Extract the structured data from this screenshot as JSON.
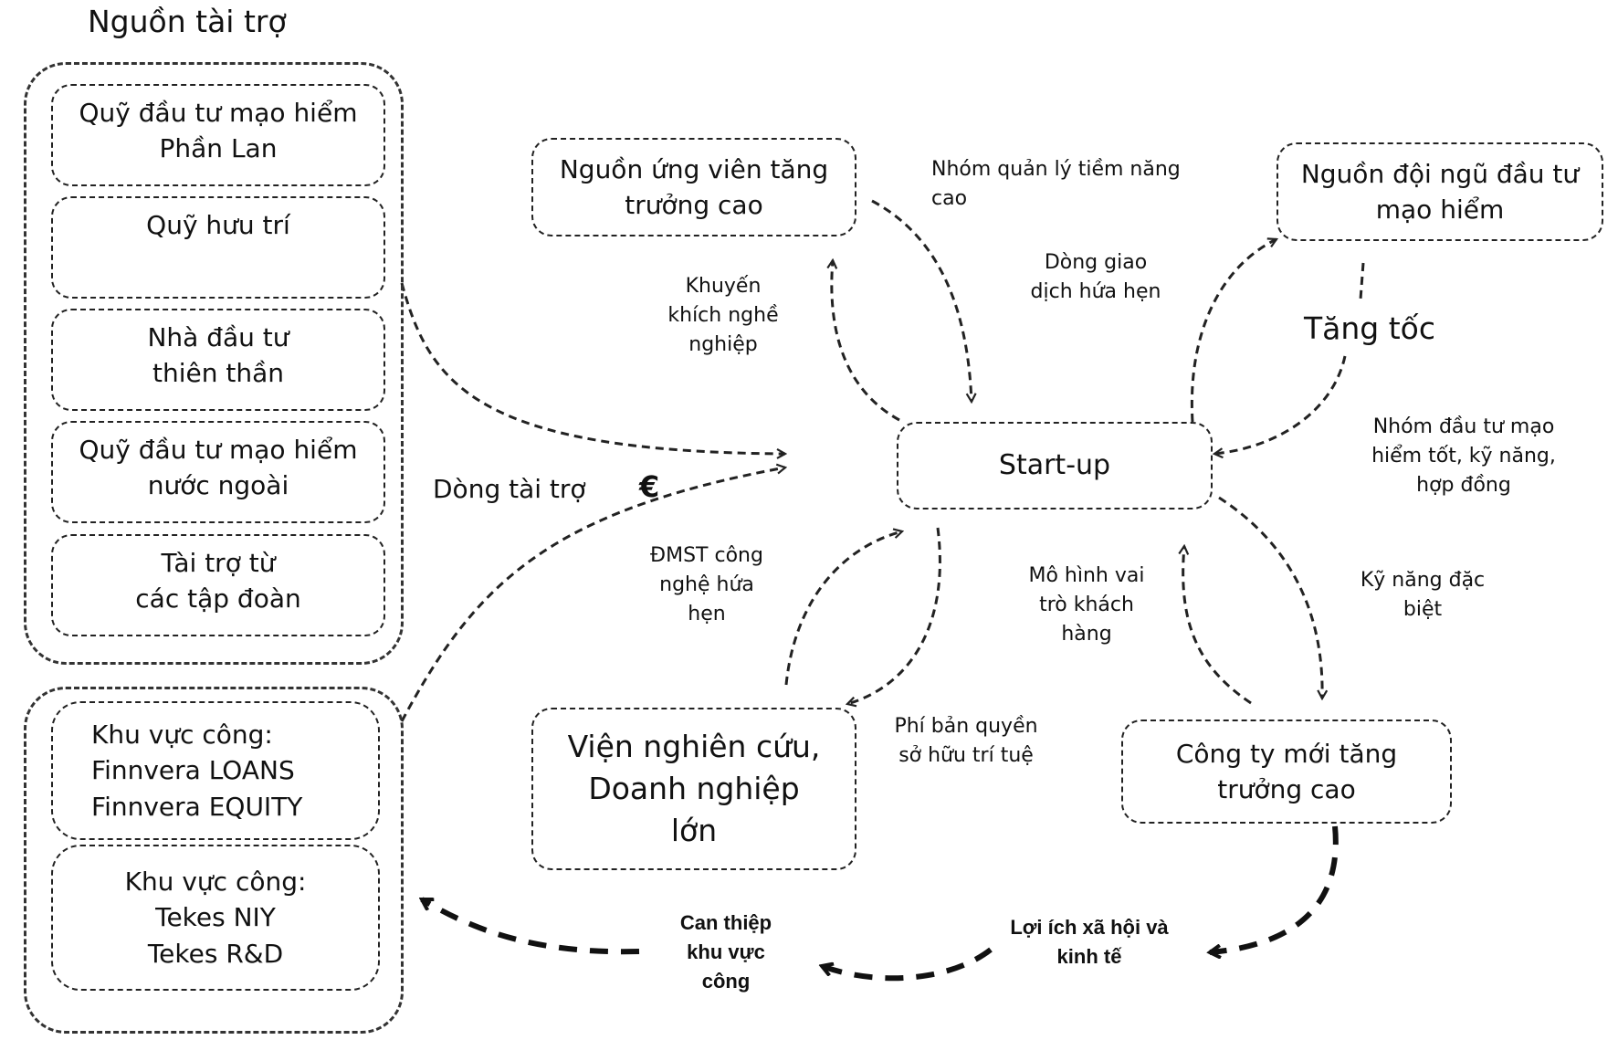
{
  "title": "Nguồn tài trợ",
  "funding_sources": [
    {
      "lines": [
        "Quỹ đầu tư mạo hiểm",
        "Phần Lan"
      ]
    },
    {
      "lines": [
        "Quỹ hưu trí"
      ]
    },
    {
      "lines": [
        "Nhà đầu tư",
        "thiên thần"
      ]
    },
    {
      "lines": [
        "Quỹ đầu tư mạo hiểm",
        "nước ngoài"
      ]
    },
    {
      "lines": [
        "Tài trợ từ",
        "các tập đoàn"
      ]
    }
  ],
  "public_sources": [
    {
      "lines": [
        "Khu vực công:",
        "Finnvera LOANS",
        "Finnvera EQUITY"
      ]
    },
    {
      "lines": [
        "Khu vực công:",
        "Tekes NIY",
        "Tekes R&D"
      ]
    }
  ],
  "nodes": {
    "startup": "Start-up",
    "candidates": [
      "Nguồn ứng viên tăng",
      "trưởng cao"
    ],
    "vc_team": [
      "Nguồn đội ngũ đầu tư",
      "mạo hiểm"
    ],
    "research": [
      "Viện nghiên cứu,",
      "Doanh nghiệp",
      "lớn"
    ],
    "growth_company": [
      "Công ty mới tăng",
      "trưởng cao"
    ]
  },
  "edge_labels": {
    "funding_flow": "Dòng tài trợ",
    "euro_symbol": "€",
    "entrepreneurship": [
      "Khuyến",
      "khích nghề",
      "nghiệp"
    ],
    "management_team": [
      "Nhóm quản lý tiềm năng",
      "cao"
    ],
    "deal_flow": [
      "Dòng giao",
      "dịch hứa hẹn"
    ],
    "acceleration": "Tăng tốc",
    "vc_team_skills": [
      "Nhóm đầu tư mạo",
      "hiểm tốt, kỹ năng,",
      "hợp đồng"
    ],
    "special_skills": [
      "Kỹ năng đặc",
      "biệt"
    ],
    "innovation": [
      "ĐMST công",
      "nghệ hứa",
      "hẹn"
    ],
    "customer_role": [
      "Mô hình vai",
      "trò khách",
      "hàng"
    ],
    "ip_royalties": [
      "Phí bản quyền",
      "sở hữu trí tuệ"
    ],
    "socio_economic": [
      "Lợi ích xã hội và",
      "kinh tế"
    ],
    "public_intervention": [
      "Can thiệp",
      "khu vực",
      "công"
    ]
  },
  "colors": {
    "stroke": "#222222",
    "background": "#ffffff"
  }
}
